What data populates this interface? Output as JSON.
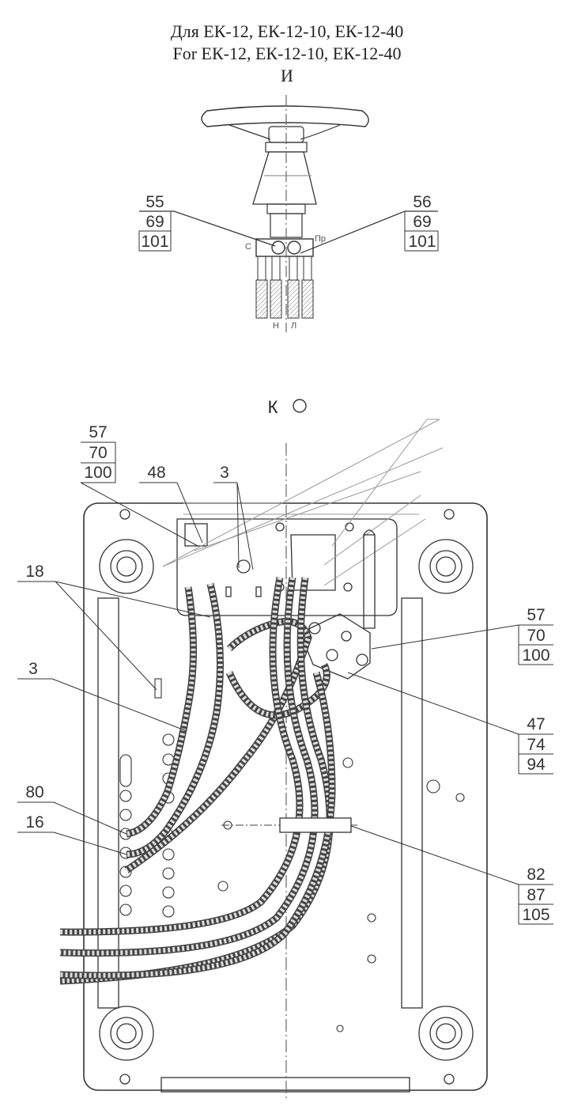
{
  "header": {
    "title_ru": "Для ЕК-12, ЕК-12-10, ЕК-12-40",
    "title_en": "For ЕК-12, ЕК-12-10, ЕК-12-40",
    "view_i": "И",
    "view_k": "К"
  },
  "view_i": {
    "left_callout": [
      "55",
      "69",
      "101"
    ],
    "right_callout": [
      "56",
      "69",
      "101"
    ],
    "marks": {
      "left": "С",
      "right": "Пр",
      "bottom_left": "Н",
      "bottom_right": "Л"
    }
  },
  "view_k": {
    "callouts": {
      "c57_left": [
        "57",
        "70",
        "100"
      ],
      "c48": [
        "48"
      ],
      "c3_top": [
        "3"
      ],
      "c18": [
        "18"
      ],
      "c3_left": [
        "3"
      ],
      "c80": [
        "80"
      ],
      "c16": [
        "16"
      ],
      "c57_right": [
        "57",
        "70",
        "100"
      ],
      "c47": [
        "47",
        "74",
        "94"
      ],
      "c82": [
        "82",
        "87",
        "105"
      ]
    }
  }
}
